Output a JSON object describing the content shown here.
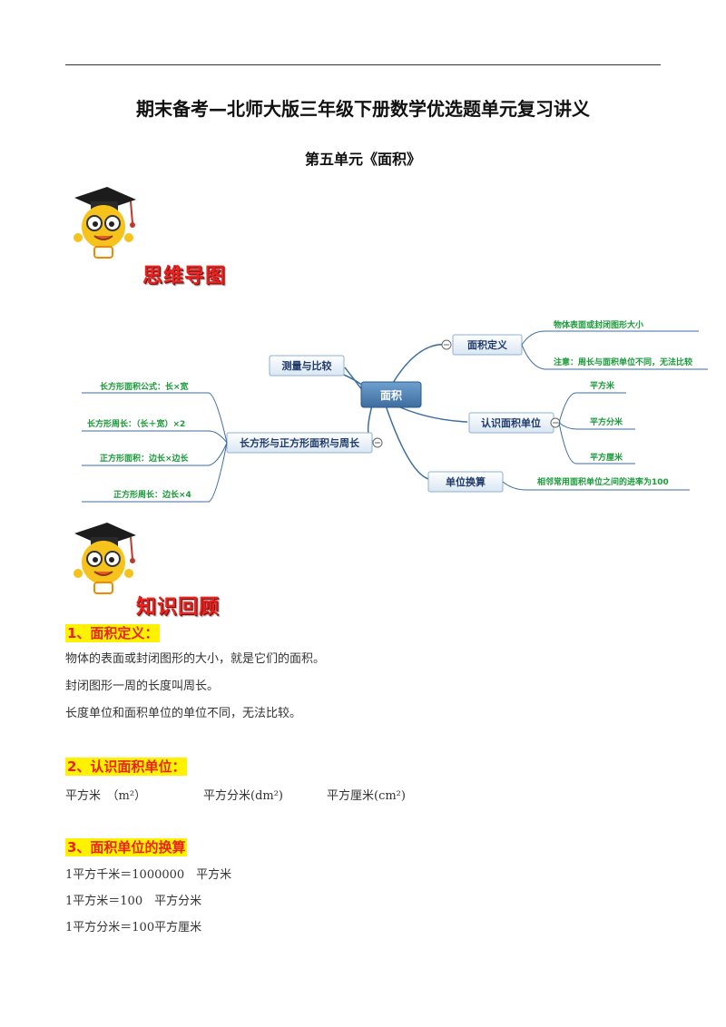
{
  "header": {
    "title": "期末备考—北师大版三年级下册数学优选题单元复习讲义",
    "subtitle": "第五单元《面积》"
  },
  "sections": {
    "mindmap_label": "思维导图",
    "review_label": "知识回顾"
  },
  "mindmap": {
    "center": "面积",
    "branches": {
      "measure": "测量与比较",
      "rect": "长方形与正方形面积与周长",
      "definition": "面积定义",
      "units": "认识面积单位",
      "conversion": "单位换算"
    },
    "leaves": {
      "rect_area": "长方形面积公式：长×宽",
      "rect_perimeter": "长方形周长：（长＋宽）×2",
      "square_area": "正方形面积：边长×边长",
      "square_perimeter": "正方形周长：边长×4",
      "def_1": "物体表面或封闭图形大小",
      "def_2": "注意：周长与面积单位不同，无法比较",
      "unit_1": "平方米",
      "unit_2": "平方分米",
      "unit_3": "平方厘米",
      "conv_1": "相邻常用面积单位之间的进率为100"
    }
  },
  "content": {
    "s1_title": "1、面积定义：",
    "s1_lines": [
      "物体的表面或封闭图形的大小，就是它们的面积。",
      "封闭图形一周的长度叫周长。",
      "长度单位和面积单位的单位不同，无法比较。"
    ],
    "s2_title": "2、认识面积单位：",
    "s2_units": [
      "平方米　（m²）",
      "平方分米(dm²)",
      "平方厘米(cm²)"
    ],
    "s3_title": "3、面积单位的换算",
    "s3_lines": [
      "1平方千米＝1000000　平方米",
      "1平方米＝100　平方分米",
      "1平方分米＝100平方厘米"
    ]
  },
  "colors": {
    "accent_red": "#e8231f",
    "highlight_yellow": "#fff200",
    "leaf_green": "#1a9b3a",
    "node_blue": "#1f3a6b"
  }
}
